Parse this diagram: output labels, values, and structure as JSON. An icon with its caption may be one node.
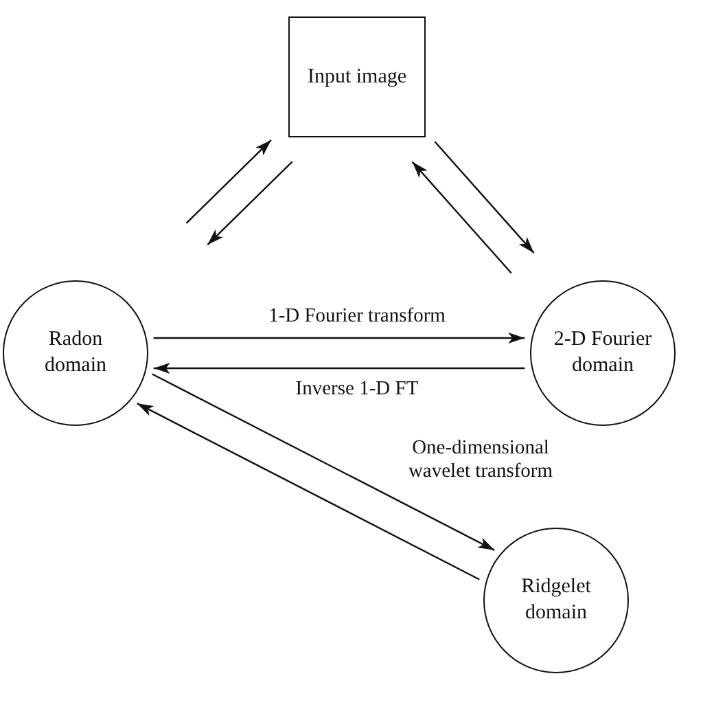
{
  "diagram": {
    "nodes": [
      {
        "text": [
          "Input image"
        ]
      },
      {
        "text": [
          "Radon domain"
        ]
      },
      {
        "text": [
          "2-D Fourier domain"
        ]
      },
      {
        "text": [
          "Ridgelet domain"
        ]
      }
    ],
    "edges": [
      {
        "from": 1,
        "to": 0,
        "arrow": "to"
      },
      {
        "from": 0,
        "to": 1,
        "arrow": "to"
      },
      {
        "from": 2,
        "to": 0,
        "arrow": "to"
      },
      {
        "from": 0,
        "to": 2,
        "arrow": "to"
      },
      {
        "from": 1,
        "to": 2,
        "arrow": "to",
        "label": "1-D Fourier transform"
      },
      {
        "from": 2,
        "to": 1,
        "arrow": "to",
        "label": "Inverse 1-D FT"
      },
      {
        "from": 1,
        "to": 3,
        "arrow": "to",
        "label": "One-dimensional wavelet transform"
      },
      {
        "from": 3,
        "to": 1,
        "arrow": "to"
      }
    ]
  }
}
